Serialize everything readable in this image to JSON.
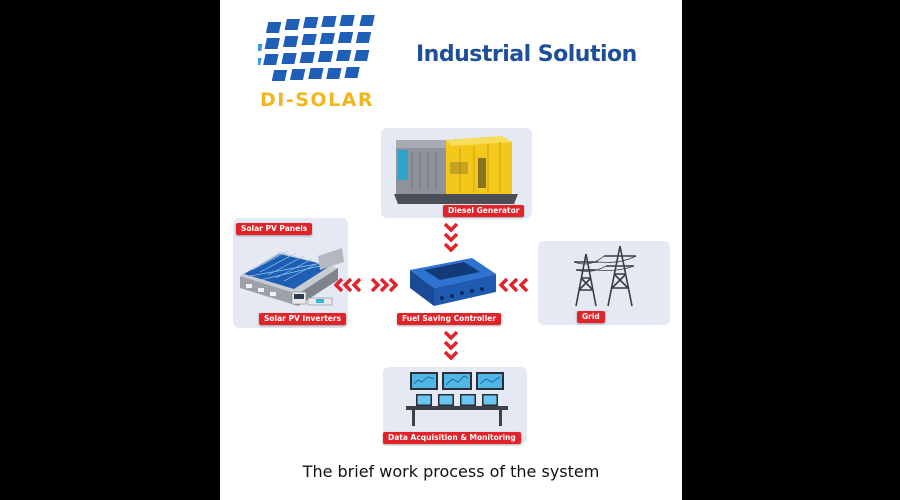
{
  "logo": {
    "brand": "DI-SOLAR",
    "brand_color": "#f2b51e",
    "cell_color": "#1f5fb8"
  },
  "headline": "Industrial Solution",
  "components": {
    "diesel_generator": "Diesel Generator",
    "solar_pv_panels": "Solar PV Panels",
    "solar_pv_inverters": "Solar PV Inverters",
    "fuel_saving_controller": "Fuel Saving Controller",
    "grid": "Grid",
    "monitoring": "Data Acquisition & Monitoring"
  },
  "caption": "The brief work process of the system",
  "colors": {
    "label_red": "#e2232a",
    "panel_bg": "#e4e9f4",
    "headline_blue": "#1d4f9b",
    "generator_yellow": "#f4c81a"
  }
}
